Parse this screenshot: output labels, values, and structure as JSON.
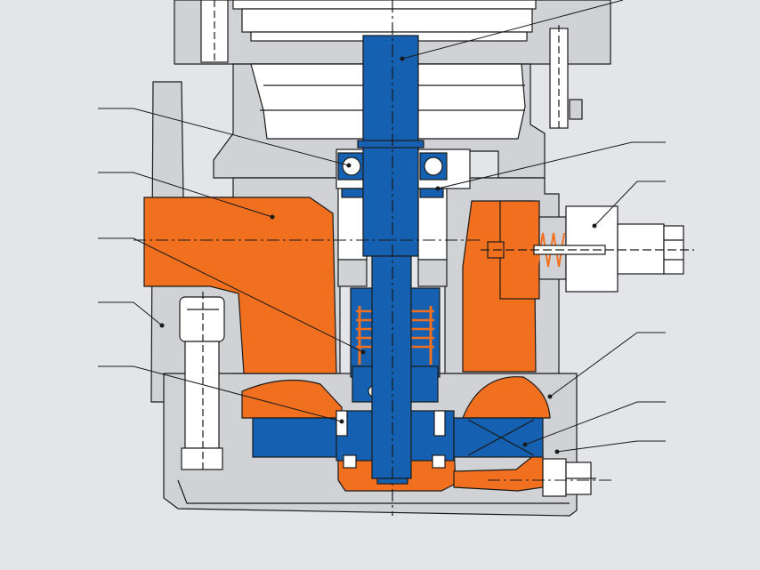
{
  "diagram": {
    "background": "#e3e5e8",
    "colors": {
      "housing": "#d1d2d5",
      "fluid": "#f07020",
      "shaft": "#1560b0",
      "metal_light": "#ffffff",
      "outline": "#1a1a1a"
    },
    "parts": [
      "drive-shaft",
      "pump-housing",
      "motor-flange",
      "ball-bearing",
      "shaft-seal",
      "metal-bellows",
      "impeller",
      "relief-valve",
      "drain-plug",
      "mounting-bolt"
    ],
    "callout_labels": []
  }
}
